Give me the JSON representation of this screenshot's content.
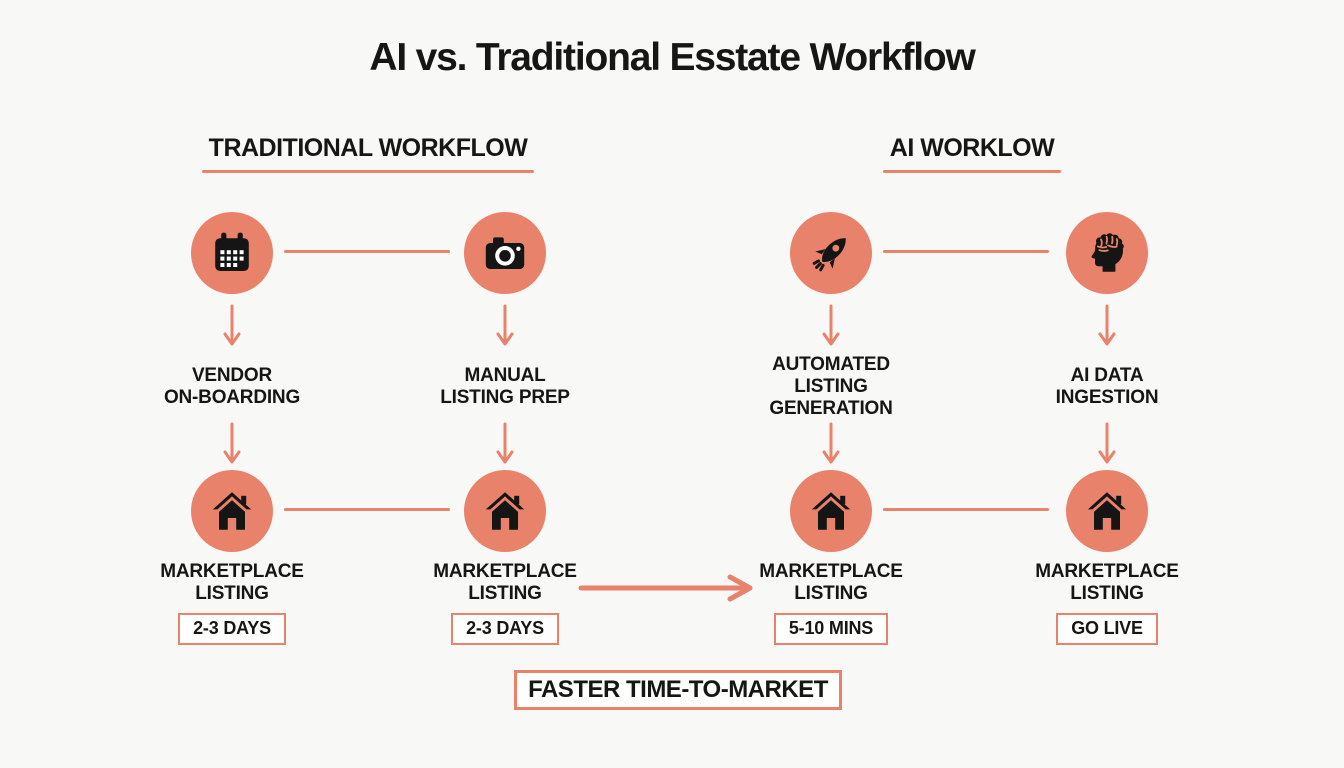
{
  "title": "AI vs. Traditional Esstate Workflow",
  "colors": {
    "accent": "#E8826B",
    "background": "#F8F8F6",
    "text": "#161616"
  },
  "sections": {
    "traditional": "TRADITIONAL WORKFLOW",
    "ai": "AI WORKLOW"
  },
  "columns": [
    {
      "icon": "calendar-icon",
      "step": "VENDOR\nON-BOARDING",
      "result": "MARKETPLACE\nLISTING",
      "badge": "2-3 DAYS"
    },
    {
      "icon": "camera-icon",
      "step": "MANUAL\nLISTING PREP",
      "result": "MARKETPLACE\nLISTING",
      "badge": "2-3 DAYS"
    },
    {
      "icon": "rocket-icon",
      "step": "AUTOMATED\nLISTING\nGENERATION",
      "result": "MARKETPLACE\nLISTING",
      "badge": "5-10 MINS"
    },
    {
      "icon": "brain-icon",
      "step": "AI DATA\nINGESTION",
      "result": "MARKETPLACE\nLISTING",
      "badge": "GO LIVE"
    }
  ],
  "banner": "FASTER TIME-TO-MARKET"
}
